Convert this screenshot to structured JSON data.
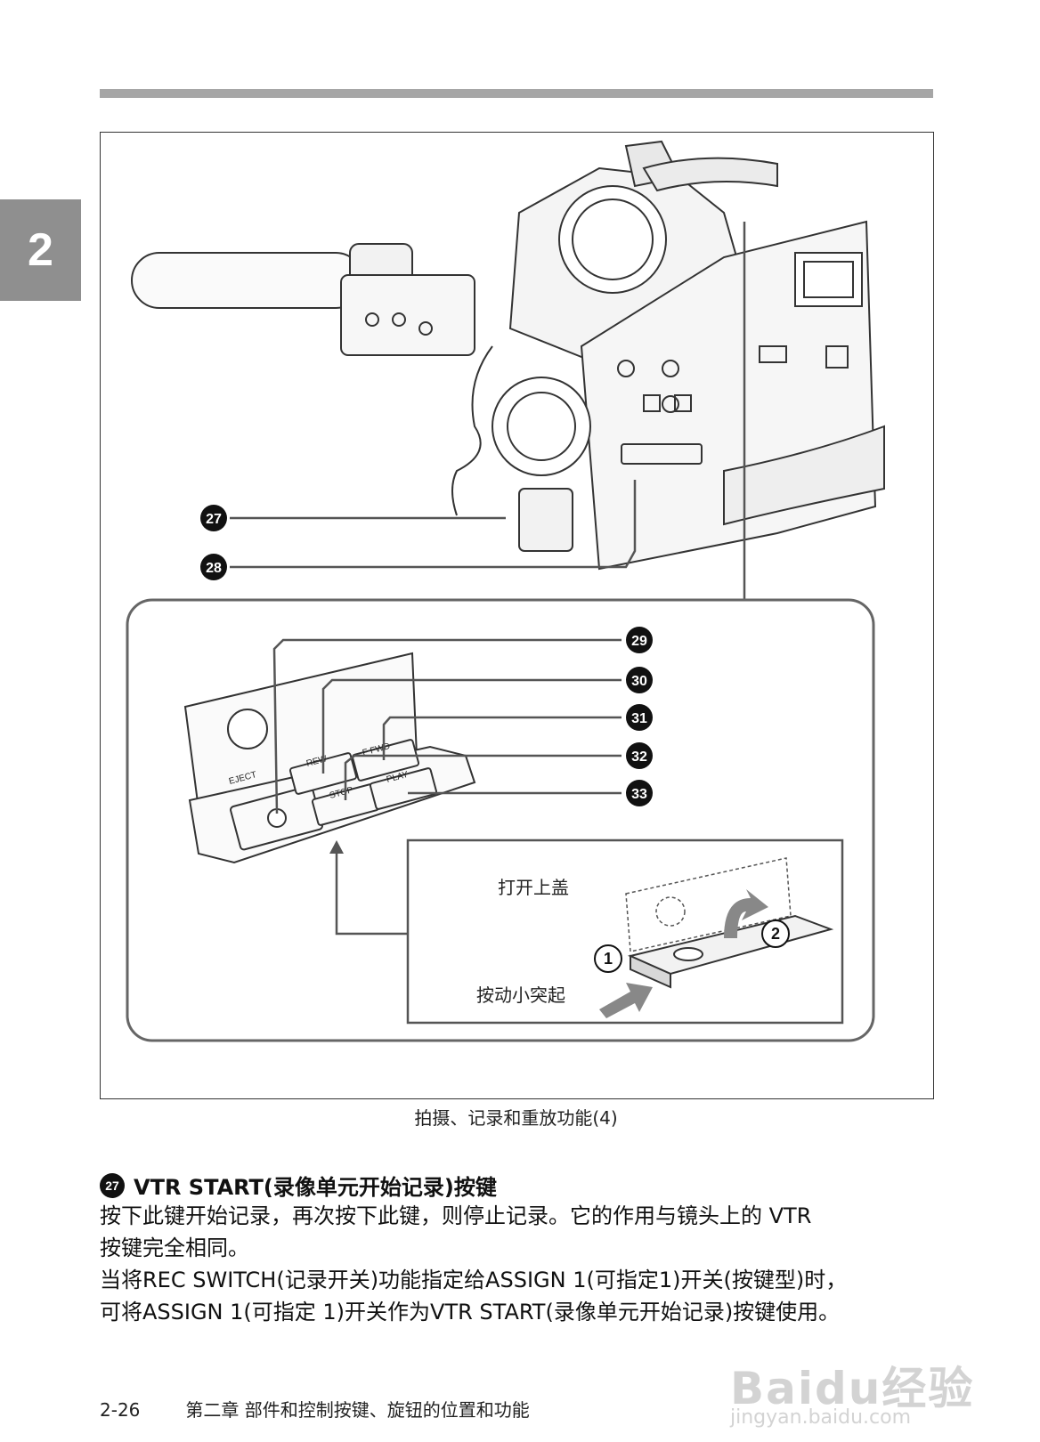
{
  "chapter_tab": "2",
  "figure": {
    "callouts": [
      "27",
      "28",
      "29",
      "30",
      "31",
      "32",
      "33"
    ],
    "button_labels": [
      "EJECT",
      "REW",
      "STOP",
      "F FWD",
      "PLAY"
    ],
    "inset_steps": [
      "1",
      "2"
    ],
    "inset_label_open": "打开上盖",
    "inset_label_push": "按动小突起",
    "caption": "拍摄、记录和重放功能(4)"
  },
  "section": {
    "number": "27",
    "heading": "VTR START(录像单元开始记录)按键",
    "line1": "按下此键开始记录，再次按下此键，则停止记录。它的作用与镜头上的 VTR",
    "line2": "按键完全相同。",
    "line3": "当将REC SWITCH(记录开关)功能指定给ASSIGN 1(可指定1)开关(按键型)时，",
    "line4": "可将ASSIGN 1(可指定 1)开关作为VTR START(录像单元开始记录)按键使用。"
  },
  "footer": {
    "page": "2-26",
    "chapter": "第二章 部件和控制按键、旋钮的位置和功能"
  },
  "watermark": {
    "brand": "Baidu经验",
    "url": "jingyan.baidu.com"
  },
  "colors": {
    "rule": "#a6a6a6",
    "tab": "#8f8f8f",
    "line": "#555555"
  }
}
